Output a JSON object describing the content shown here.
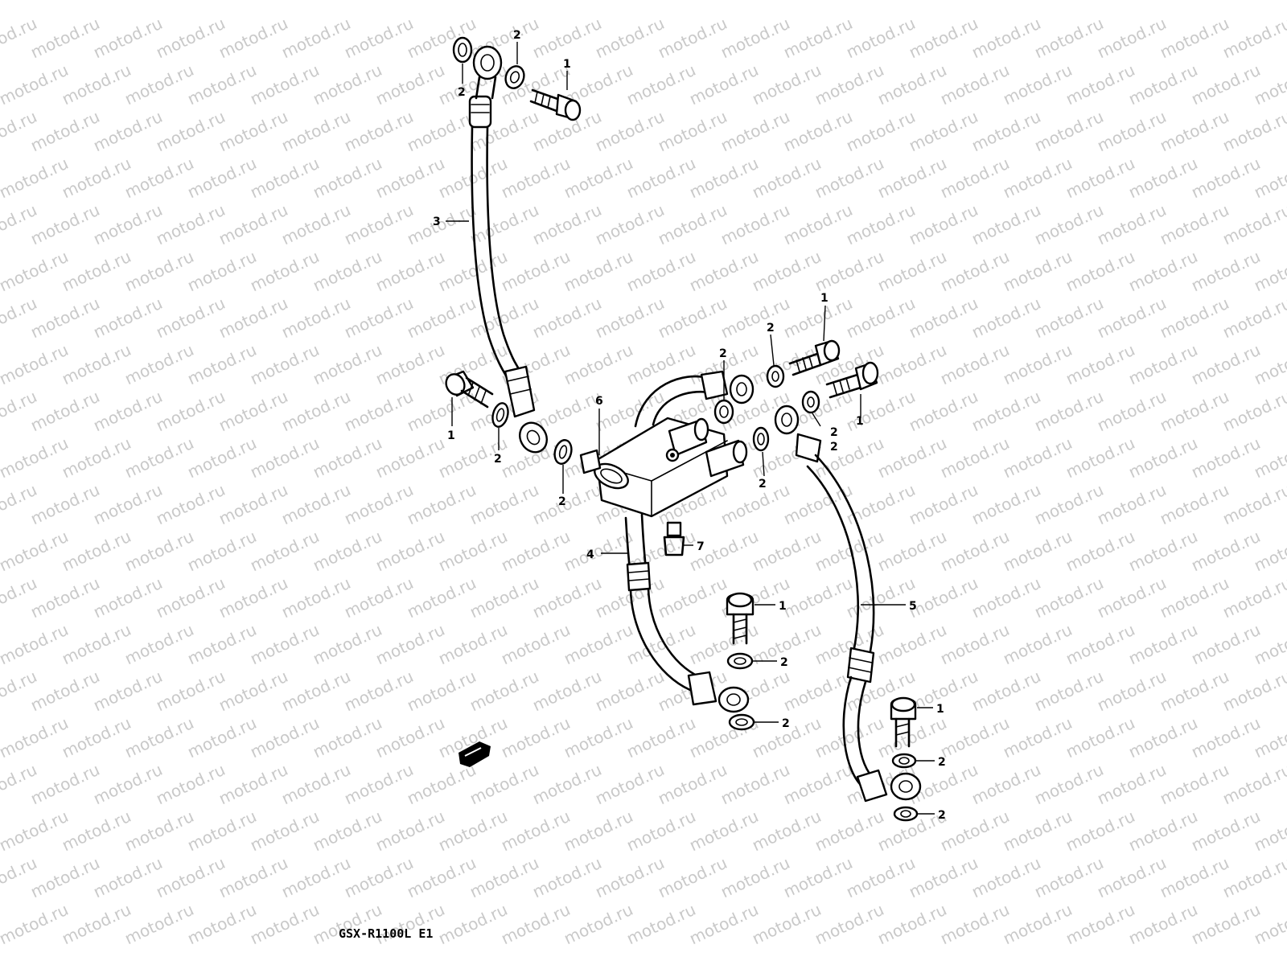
{
  "diagram": {
    "model_code": "GSX-R1100L E1",
    "watermark_text": "motod.ru",
    "callouts": [
      {
        "id": "c1a",
        "text": "1"
      },
      {
        "id": "c2a",
        "text": "2"
      },
      {
        "id": "c2b",
        "text": "2"
      },
      {
        "id": "c3",
        "text": "3"
      },
      {
        "id": "c1b",
        "text": "1"
      },
      {
        "id": "c2c",
        "text": "2"
      },
      {
        "id": "c6",
        "text": "6"
      },
      {
        "id": "c2d",
        "text": "2"
      },
      {
        "id": "c2e",
        "text": "2"
      },
      {
        "id": "c1c",
        "text": "1"
      },
      {
        "id": "c2f",
        "text": "2"
      },
      {
        "id": "c2g",
        "text": "2"
      },
      {
        "id": "c1d",
        "text": "1"
      },
      {
        "id": "c2h",
        "text": "2"
      },
      {
        "id": "c2i",
        "text": "2"
      },
      {
        "id": "c7",
        "text": "7"
      },
      {
        "id": "c4",
        "text": "4"
      },
      {
        "id": "c1e",
        "text": "1"
      },
      {
        "id": "c2j",
        "text": "2"
      },
      {
        "id": "c2k",
        "text": "2"
      },
      {
        "id": "c5",
        "text": "5"
      },
      {
        "id": "c1f",
        "text": "1"
      },
      {
        "id": "c2l",
        "text": "2"
      },
      {
        "id": "c2m",
        "text": "2"
      }
    ]
  }
}
